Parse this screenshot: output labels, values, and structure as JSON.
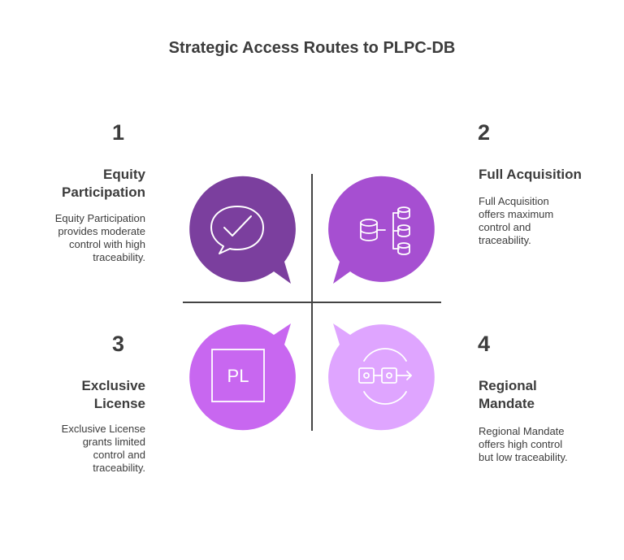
{
  "title": "Strategic Access Routes to PLPC-DB",
  "quadrants": [
    {
      "number": "1",
      "heading_line1": "Equity",
      "heading_line2": "Participation",
      "desc_lines": [
        "Equity Participation",
        "provides moderate",
        "control with high",
        "traceability."
      ],
      "color": "#7b3f9e",
      "icon": "chat-check-icon"
    },
    {
      "number": "2",
      "heading_line1": "Full Acquisition",
      "heading_line2": "",
      "desc_lines": [
        "Full Acquisition",
        "offers maximum",
        "control and",
        "traceability."
      ],
      "color": "#a64fd1",
      "icon": "database-tree-icon"
    },
    {
      "number": "3",
      "heading_line1": "Exclusive",
      "heading_line2": "License",
      "desc_lines": [
        "Exclusive License",
        "grants limited",
        "control and",
        "traceability."
      ],
      "color": "#c867f0",
      "icon": "pl-box-icon",
      "icon_text": "PL"
    },
    {
      "number": "4",
      "heading_line1": "Regional",
      "heading_line2": "Mandate",
      "desc_lines": [
        "Regional Mandate",
        "offers high control",
        "but low traceability."
      ],
      "color": "#dfa5ff",
      "icon": "connected-nodes-icon"
    }
  ]
}
